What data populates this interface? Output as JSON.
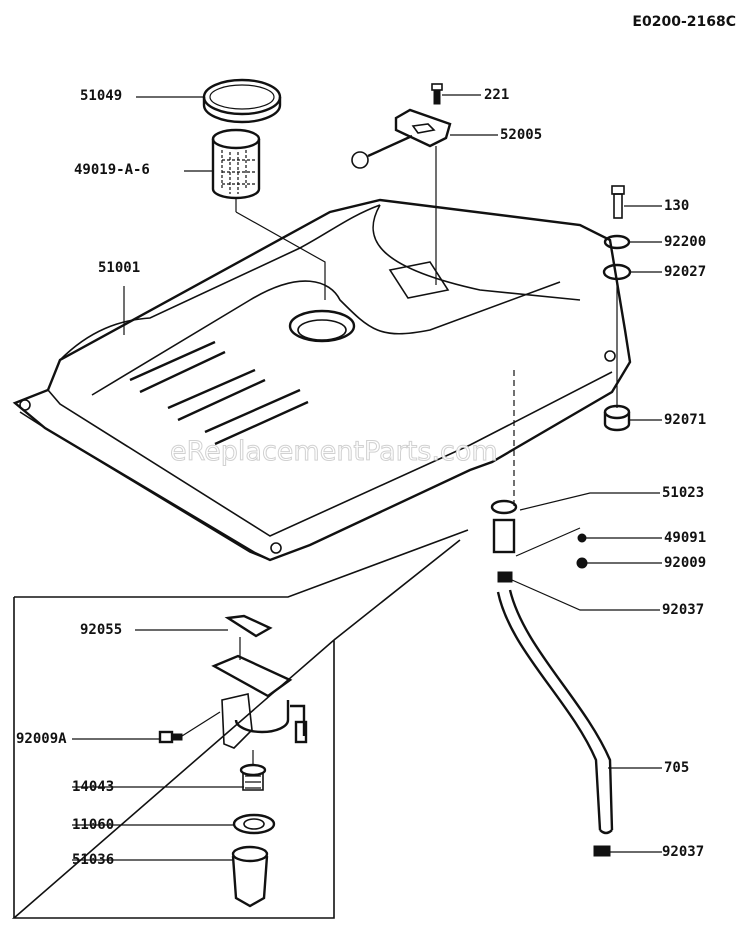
{
  "diagram_code": "E0200-2168C",
  "watermark": "eReplacementParts.com",
  "parts": {
    "fuel_cap": "51049",
    "filter": "49019-A-6",
    "tank": "51001",
    "screw": "221",
    "gauge": "52005",
    "bolt": "130",
    "washer": "92200",
    "collar": "92027",
    "damper": "92071",
    "cock_outer": "51023",
    "clip": "49091",
    "screw_cock": "92009",
    "clamp_upper": "92037",
    "hose": "705",
    "clamp_lower": "92037",
    "gasket": "92055",
    "screw_a": "92009A",
    "strainer": "14043",
    "packing": "11060",
    "cup": "51036"
  }
}
